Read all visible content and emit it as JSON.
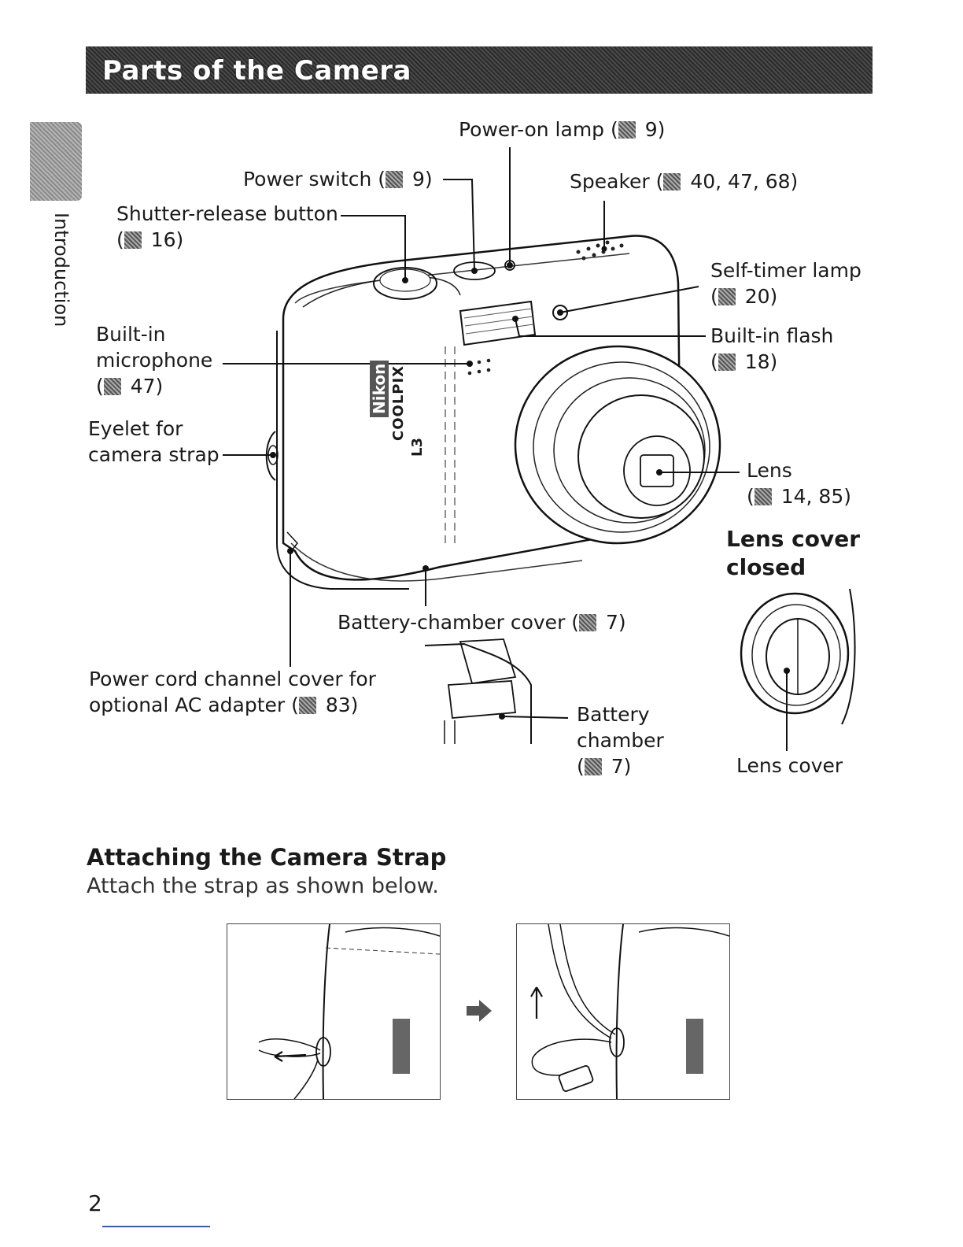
{
  "header": {
    "title": "Parts of the Camera"
  },
  "sidebar": {
    "section_label": "Introduction"
  },
  "callouts": {
    "power_on_lamp": {
      "label": "Power-on lamp (",
      "ref": " 9)"
    },
    "power_switch": {
      "label": "Power switch (",
      "ref": " 9)"
    },
    "speaker": {
      "label": "Speaker (",
      "ref": " 40, 47, 68)"
    },
    "shutter_release": {
      "line1": "Shutter-release button",
      "ref": " 16)"
    },
    "self_timer_lamp": {
      "line1": "Self-timer lamp",
      "ref": " 20)"
    },
    "builtin_microphone": {
      "line1": "Built-in",
      "line2": "microphone",
      "ref": " 47)"
    },
    "builtin_flash": {
      "line1": "Built-in flash",
      "ref": " 18)"
    },
    "eyelet": {
      "line1": "Eyelet for",
      "line2": "camera strap"
    },
    "lens": {
      "line1": "Lens",
      "ref": " 14, 85)"
    },
    "lens_cover_closed": {
      "line1": "Lens cover",
      "line2": "closed"
    },
    "battery_chamber_cover": {
      "label": "Battery-chamber cover (",
      "ref": " 7)"
    },
    "power_cord": {
      "line1": "Power cord channel cover for",
      "line2": "optional AC adapter (",
      "ref": " 83)"
    },
    "battery_chamber": {
      "line1": "Battery",
      "line2": "chamber",
      "ref": " 7)"
    },
    "lens_cover": {
      "line1": "Lens cover"
    }
  },
  "camera_branding": {
    "brand": "Nikon",
    "model": "COOLPIX",
    "model_number": "L3"
  },
  "strap_section": {
    "heading": "Attaching the Camera Strap",
    "body": "Attach the strap as shown below."
  },
  "page": {
    "number": "2"
  },
  "colors": {
    "title_bar": "#3a3a3a",
    "footer_rule": "#3a5aa8"
  }
}
